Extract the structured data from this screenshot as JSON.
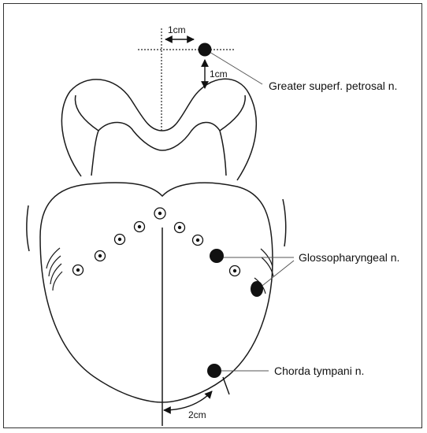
{
  "labels": {
    "greater_superficial_petrosal": "Greater superf. petrosal n.",
    "glossopharyngeal": "Glossopharyngeal n.",
    "chorda_tympani": "Chorda tympani n."
  },
  "dimensions": {
    "horizontal_offset": "1cm",
    "vertical_offset": "1cm",
    "arc_distance": "2cm"
  },
  "colors": {
    "stroke": "#1a1a1a",
    "dot": "#111111",
    "background": "#ffffff"
  }
}
